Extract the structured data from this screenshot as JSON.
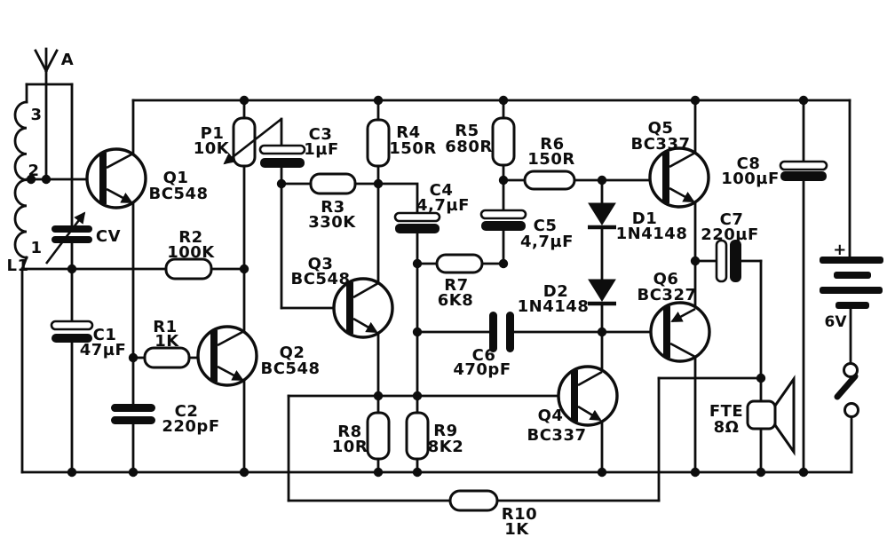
{
  "schematic": {
    "kind": "transistor radio receiver circuit",
    "antenna": {
      "label": "A"
    },
    "coil": {
      "ref": "L1",
      "tap_top": "3",
      "tap_mid": "2",
      "tap_bot": "1"
    },
    "tuning_cap": {
      "ref": "CV"
    },
    "potentiometer": {
      "ref": "P1",
      "value": "10K"
    },
    "transistors": {
      "q1": {
        "ref": "Q1",
        "part": "BC548"
      },
      "q2": {
        "ref": "Q2",
        "part": "BC548"
      },
      "q3": {
        "ref": "Q3",
        "part": "BC548"
      },
      "q4": {
        "ref": "Q4",
        "part": "BC337"
      },
      "q5": {
        "ref": "Q5",
        "part": "BC337"
      },
      "q6": {
        "ref": "Q6",
        "part": "BC327"
      }
    },
    "resistors": {
      "r1": {
        "ref": "R1",
        "value": "1K"
      },
      "r2": {
        "ref": "R2",
        "value": "100K"
      },
      "r3": {
        "ref": "R3",
        "value": "330K"
      },
      "r4": {
        "ref": "R4",
        "value": "150R"
      },
      "r5": {
        "ref": "R5",
        "value": "680R"
      },
      "r6": {
        "ref": "R6",
        "value": "150R"
      },
      "r7": {
        "ref": "R7",
        "value": "6K8"
      },
      "r8": {
        "ref": "R8",
        "value": "10R"
      },
      "r9": {
        "ref": "R9",
        "value": "8K2"
      },
      "r10": {
        "ref": "R10",
        "value": "1K"
      }
    },
    "capacitors": {
      "c1": {
        "ref": "C1",
        "value": "47µF"
      },
      "c2": {
        "ref": "C2",
        "value": "220pF"
      },
      "c3": {
        "ref": "C3",
        "value": "1µF"
      },
      "c4": {
        "ref": "C4",
        "value": "4,7µF"
      },
      "c5": {
        "ref": "C5",
        "value": "4,7µF"
      },
      "c6": {
        "ref": "C6",
        "value": "470pF"
      },
      "c7": {
        "ref": "C7",
        "value": "220µF"
      },
      "c8": {
        "ref": "C8",
        "value": "100µF"
      }
    },
    "diodes": {
      "d1": {
        "ref": "D1",
        "part": "1N4148"
      },
      "d2": {
        "ref": "D2",
        "part": "1N4148"
      }
    },
    "battery": {
      "plus": "+",
      "voltage": "6V"
    },
    "speaker": {
      "ref": "FTE",
      "impedance": "8Ω"
    }
  }
}
